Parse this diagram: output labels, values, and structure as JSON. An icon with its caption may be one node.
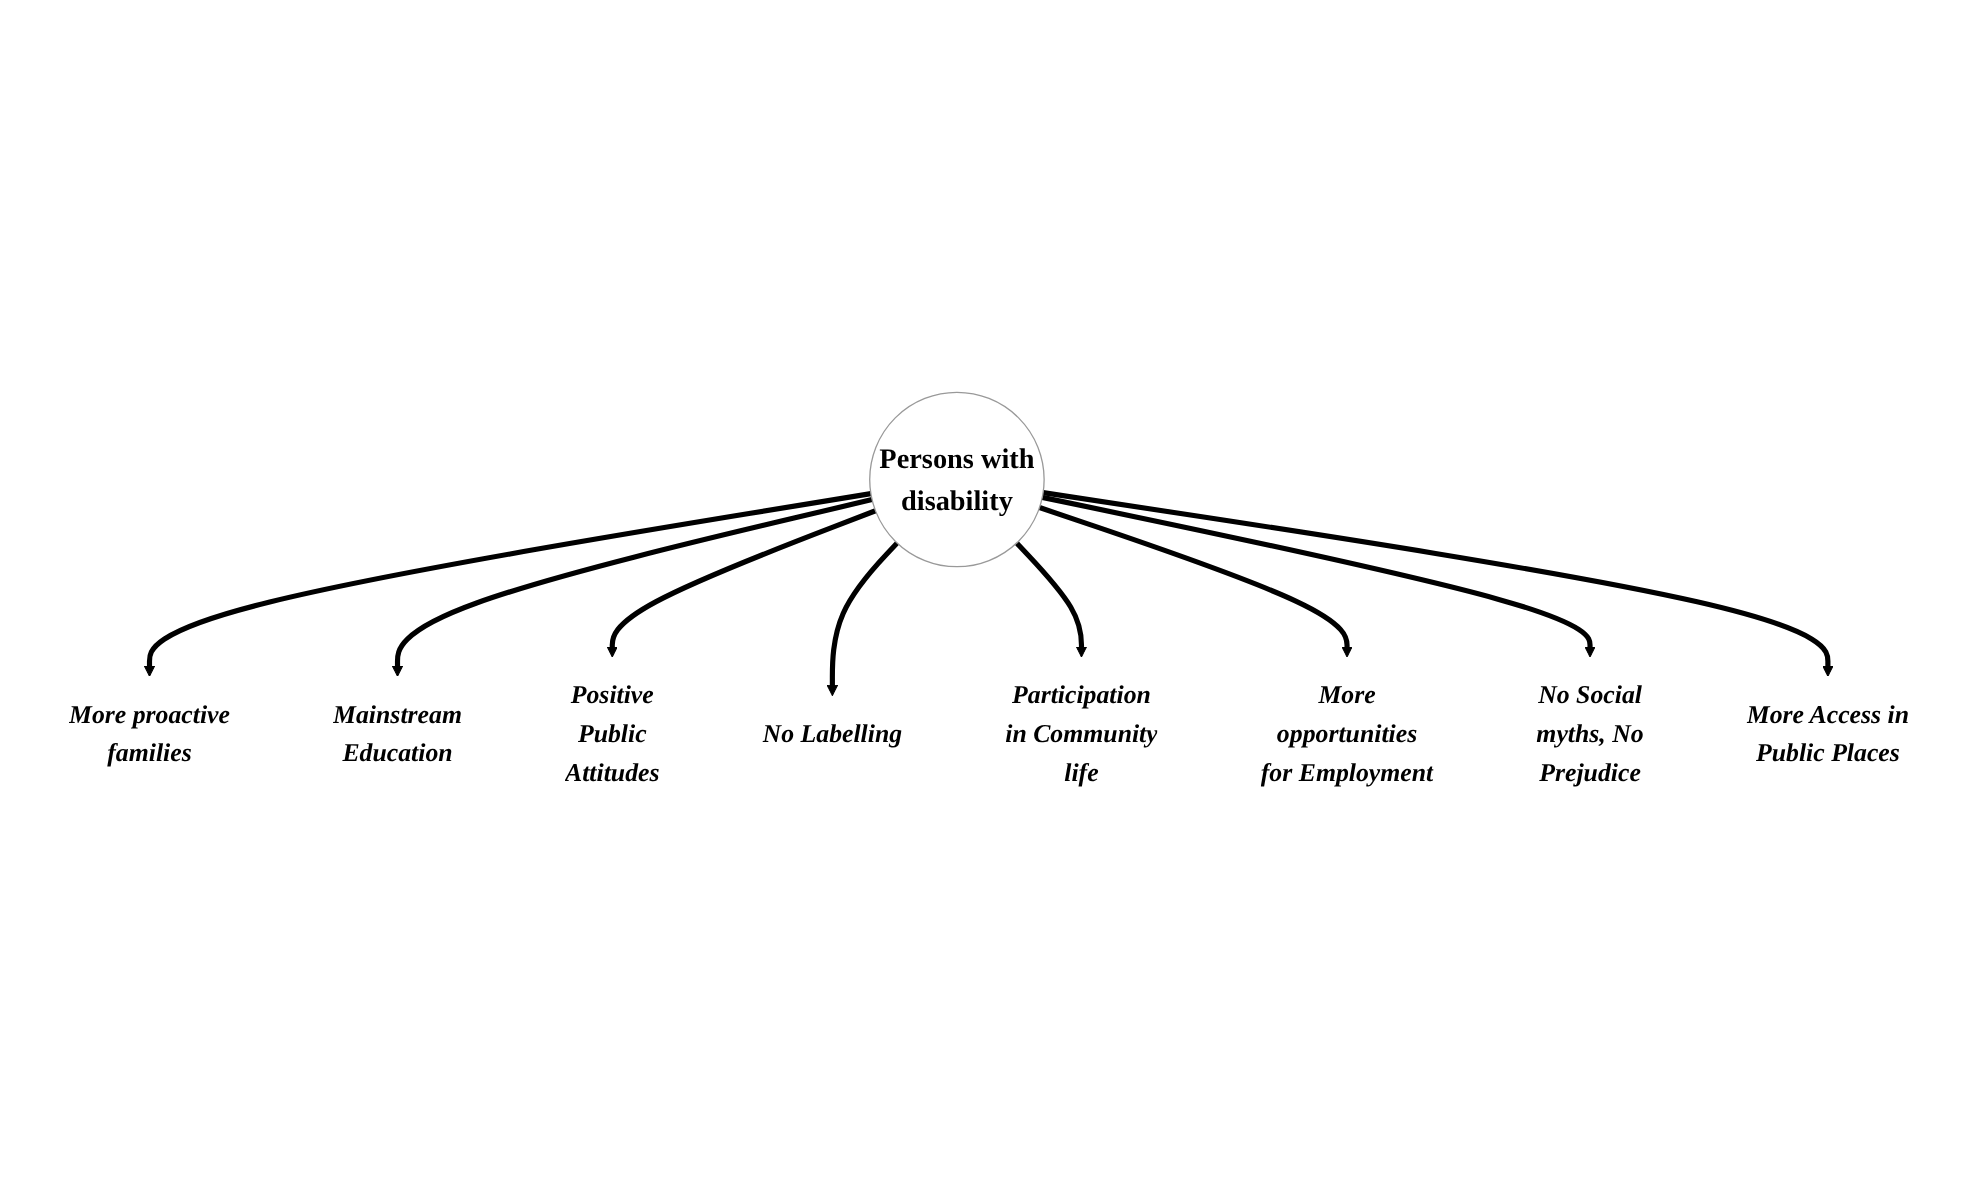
{
  "diagram": {
    "nodes": [
      {
        "text": [
          "Persons with disability"
        ]
      },
      {
        "text": [
          "More proactive families"
        ]
      },
      {
        "text": [
          "Mainstream Education"
        ]
      },
      {
        "text": [
          "Positive Public Attitudes"
        ]
      },
      {
        "text": [
          "No Labelling"
        ]
      },
      {
        "text": [
          "Participation in Community life"
        ]
      },
      {
        "text": [
          "More opportunities for Employment"
        ]
      },
      {
        "text": [
          "No Social myths, No Prejudice"
        ]
      },
      {
        "text": [
          "More Access in Public Places"
        ]
      }
    ],
    "edges": [
      {
        "from": 0,
        "to": 1,
        "arrow": "to"
      },
      {
        "from": 0,
        "to": 2,
        "arrow": "to"
      },
      {
        "from": 0,
        "to": 3,
        "arrow": "to"
      },
      {
        "from": 0,
        "to": 4,
        "arrow": "to"
      },
      {
        "from": 0,
        "to": 5,
        "arrow": "to"
      },
      {
        "from": 0,
        "to": 6,
        "arrow": "to"
      },
      {
        "from": 0,
        "to": 7,
        "arrow": "to"
      },
      {
        "from": 0,
        "to": 8,
        "arrow": "to"
      }
    ]
  }
}
